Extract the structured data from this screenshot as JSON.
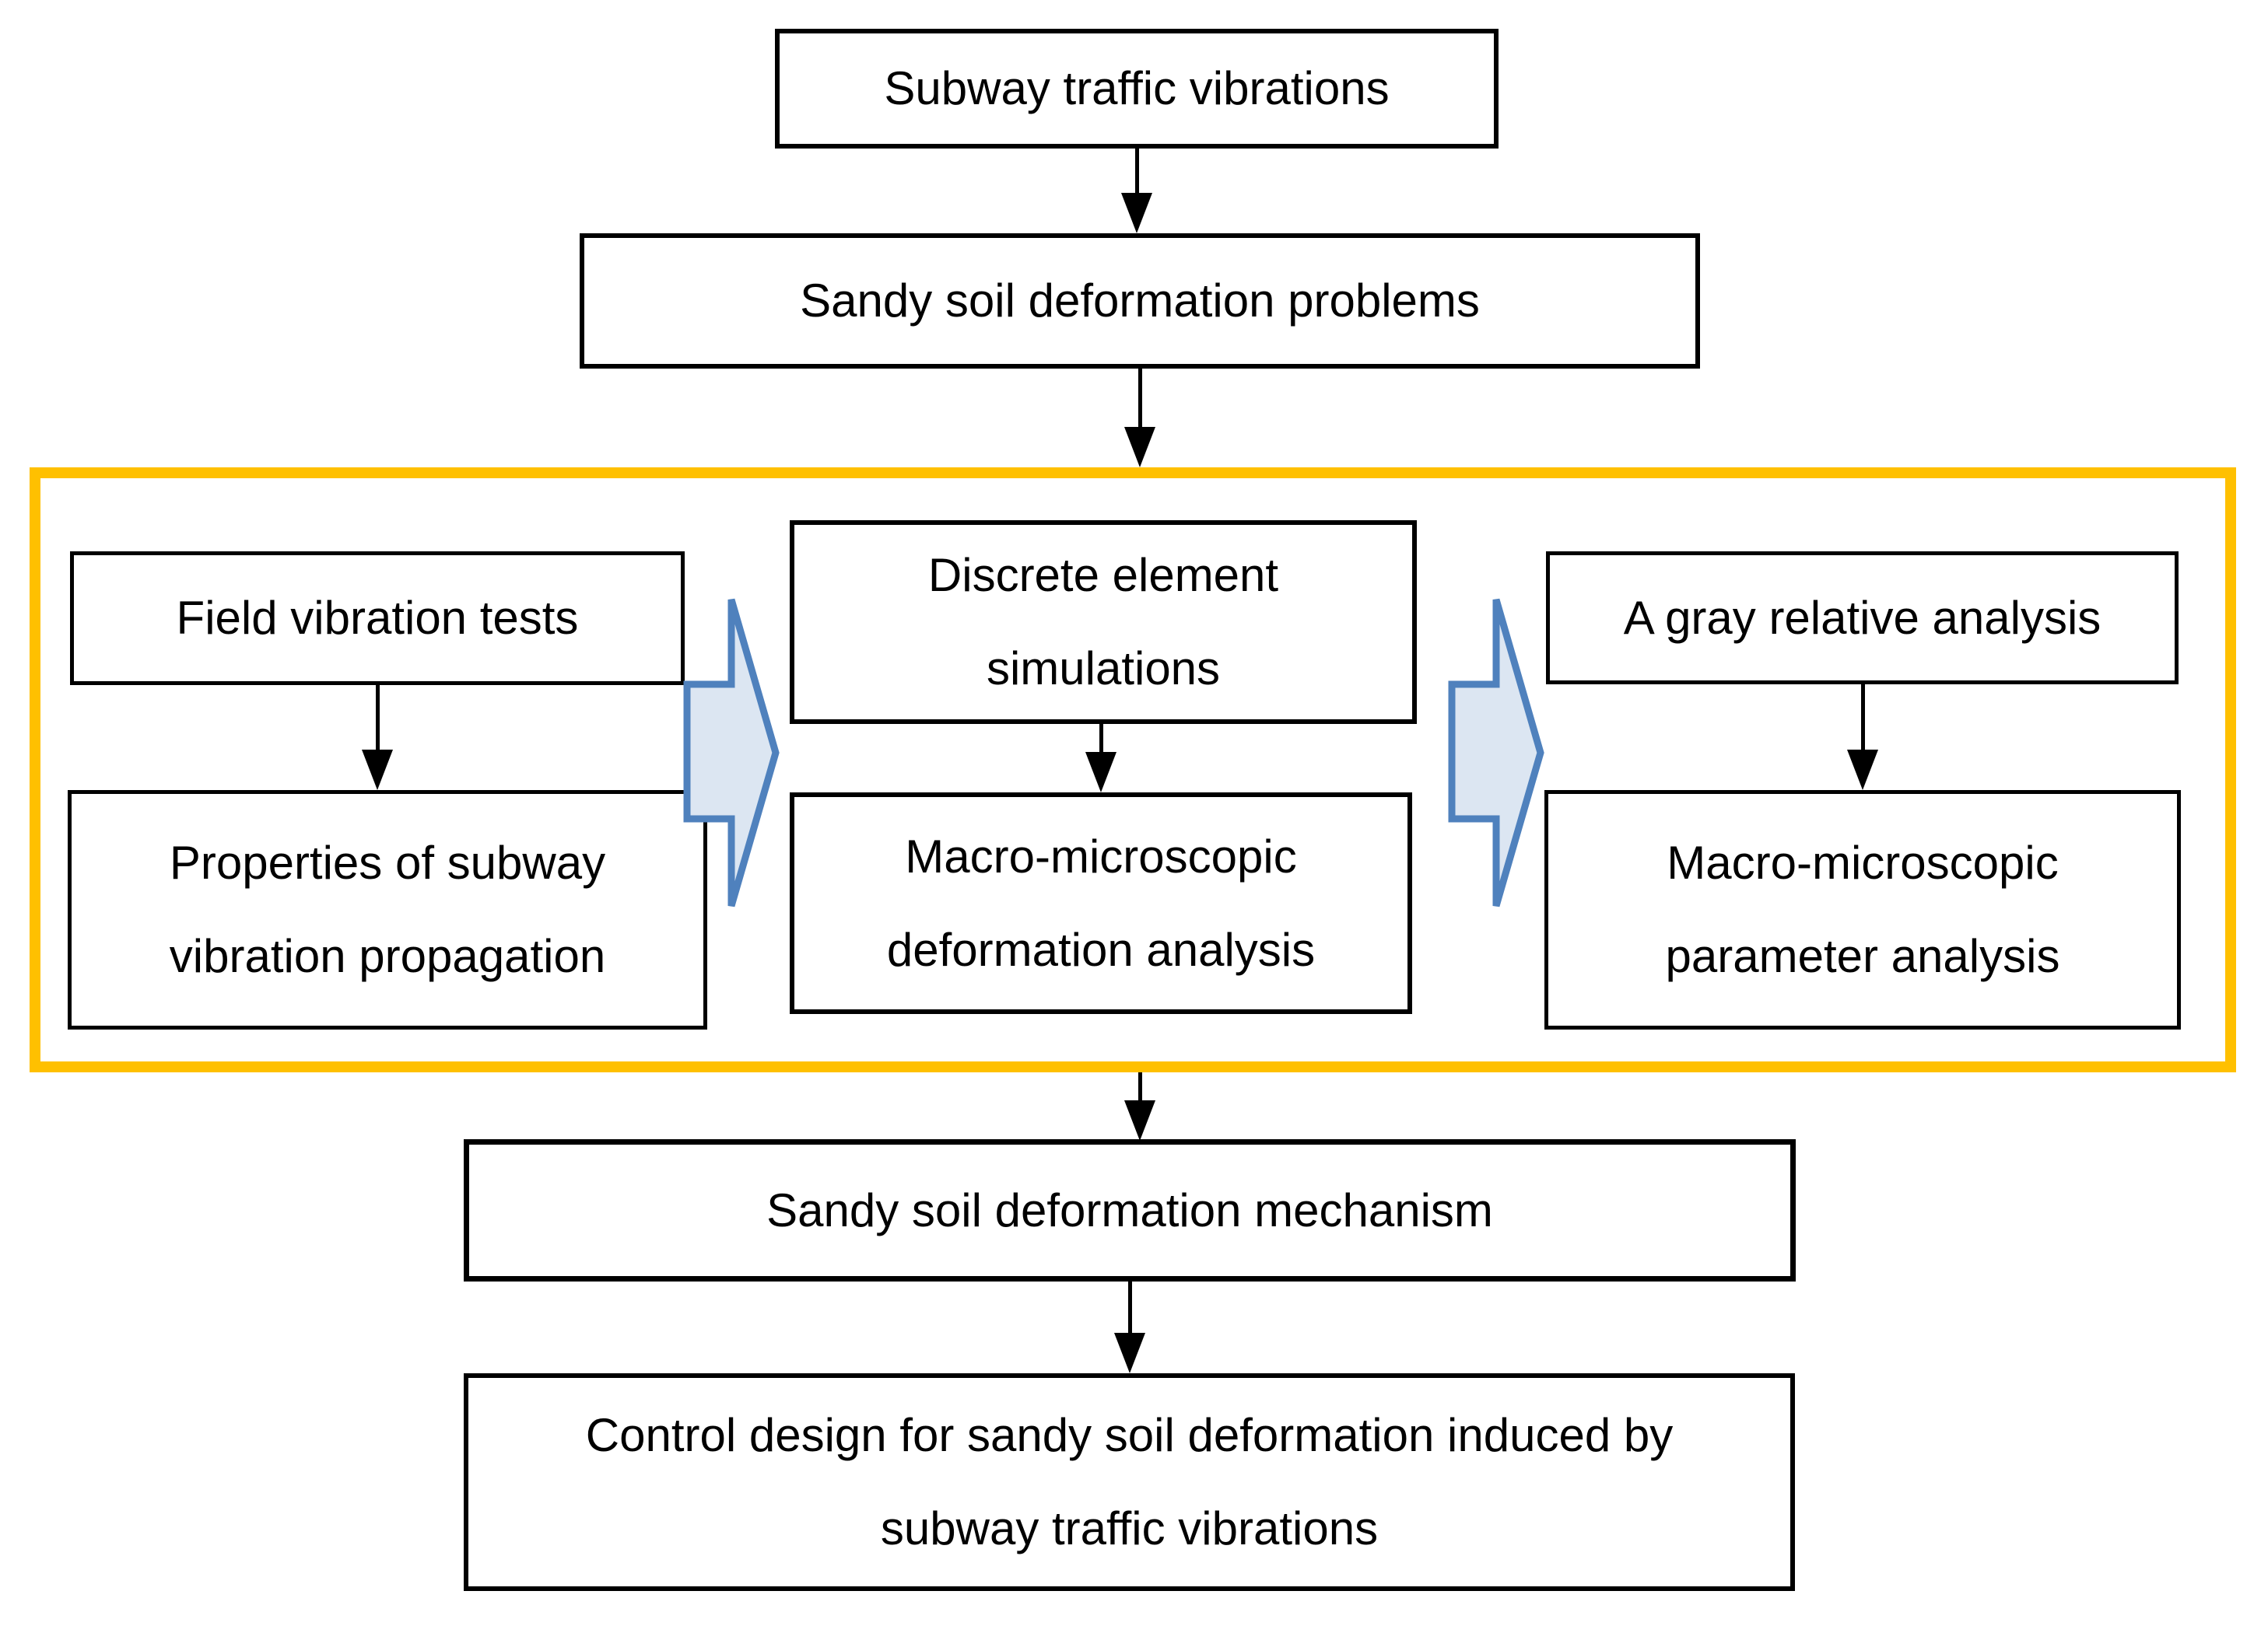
{
  "flowchart": {
    "top_box": "Subway traffic vibrations",
    "problem_box": "Sandy soil deformation problems",
    "analysis_group": {
      "left": {
        "top": "Field vibration tests",
        "bottom": "Properties of subway\nvibration propagation"
      },
      "middle": {
        "top": "Discrete element\nsimulations",
        "bottom": "Macro-microscopic\ndeformation analysis"
      },
      "right": {
        "top": "A gray relative analysis",
        "bottom": "Macro-microscopic\nparameter analysis"
      }
    },
    "mechanism_box": "Sandy soil deformation mechanism",
    "control_box": "Control design for sandy soil deformation induced by\nsubway traffic vibrations"
  },
  "colors": {
    "background": "#FFFFFF",
    "node_fill": "#FFFFFF",
    "node_border": "#000000",
    "text": "#000000",
    "highlight_frame": "#FFC000",
    "block_arrow_fill": "#DCE6F2",
    "block_arrow_stroke": "#4F81BD"
  }
}
